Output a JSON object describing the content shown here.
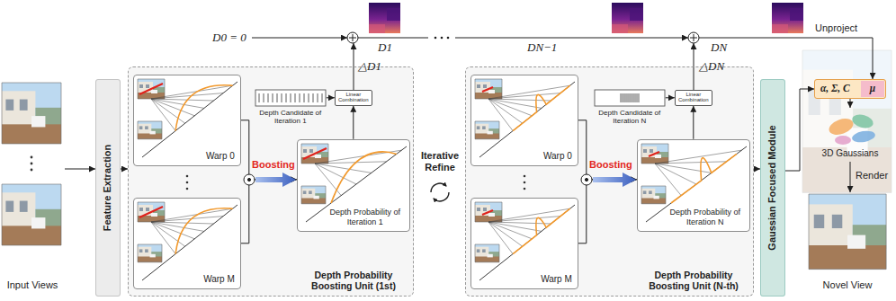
{
  "diagram": {
    "nodes": [
      {
        "text": [
          "Input Views"
        ]
      },
      {
        "text": [
          "Feature Extraction"
        ]
      },
      {
        "text": [
          "Depth Probability Boosting Unit (1st)"
        ]
      },
      {
        "text": [
          "Warp 0"
        ],
        "in": 2
      },
      {
        "text": [
          "Warp M"
        ],
        "in": 2
      },
      {
        "text": [
          "Depth Candidate of Iteration 1"
        ],
        "in": 2
      },
      {
        "text": [
          "Linear Combination"
        ],
        "in": 2
      },
      {
        "text": [
          "Depth Probability of Iteration 1"
        ],
        "in": 2
      },
      {
        "text": [
          "Depth Probability Boosting Unit (N-th)"
        ]
      },
      {
        "text": [
          "Warp 0"
        ],
        "in": 8
      },
      {
        "text": [
          "Warp M"
        ],
        "in": 8
      },
      {
        "text": [
          "Depth Candidate of Iteration N"
        ],
        "in": 8
      },
      {
        "text": [
          "Linear Combination"
        ],
        "in": 8
      },
      {
        "text": [
          "Depth Probability of Iteration N"
        ],
        "in": 8
      },
      {
        "text": [
          "Gaussian Focused Module"
        ]
      },
      {
        "text": [
          "α, Σ, C",
          "μ"
        ]
      },
      {
        "text": [
          "3D Gaussians"
        ]
      },
      {
        "text": [
          "Novel View"
        ]
      }
    ],
    "edges": [
      {
        "from": 0,
        "to": 1,
        "arrow": "to"
      },
      {
        "from": 1,
        "to": 2,
        "arrow": "to"
      },
      {
        "from": 3,
        "to": 7,
        "arrow": "to"
      },
      {
        "from": 4,
        "to": 7,
        "arrow": "to"
      },
      {
        "from": 5,
        "to": 6,
        "arrow": "to"
      },
      {
        "from": 7,
        "to": 6,
        "arrow": "to"
      },
      {
        "from": 9,
        "to": 13,
        "arrow": "to"
      },
      {
        "from": 10,
        "to": 13,
        "arrow": "to"
      },
      {
        "from": 11,
        "to": 12,
        "arrow": "to"
      },
      {
        "from": 13,
        "to": 12,
        "arrow": "to"
      },
      {
        "from": 8,
        "to": 14,
        "arrow": "to"
      },
      {
        "from": 14,
        "to": 15,
        "arrow": "to"
      },
      {
        "from": 15,
        "to": 16,
        "arrow": "to"
      },
      {
        "from": 16,
        "to": 17,
        "label": "Render",
        "arrow": "to"
      }
    ],
    "labels": [
      "D0 = 0",
      "D1",
      "DN−1",
      "DN",
      "△D1",
      "△DN",
      "Boosting",
      "Boosting",
      "Iterative Refine",
      "Unproject"
    ]
  }
}
